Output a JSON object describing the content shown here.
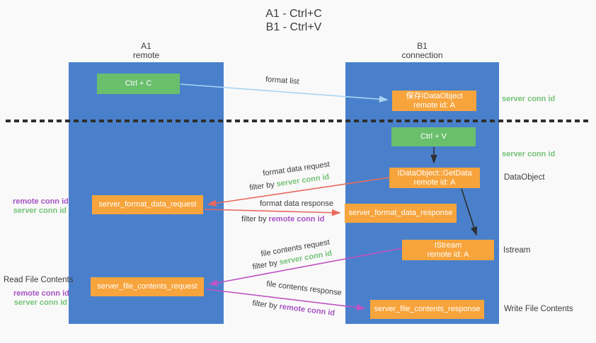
{
  "title": {
    "line1": "A1 - Ctrl+C",
    "line2": "B1 - Ctrl+V"
  },
  "lanes": {
    "remote": {
      "id": "A1",
      "name": "remote"
    },
    "connection": {
      "id": "B1",
      "name": "connection"
    }
  },
  "nodes": {
    "ctrl_c": {
      "label": "Ctrl + C"
    },
    "save_idataobject": {
      "line1": "保存IDataObject",
      "line2": "remote id: A"
    },
    "ctrl_v": {
      "label": "Ctrl + V"
    },
    "getdata": {
      "line1": "IDataObject::GetData",
      "line2": "remote id: A"
    },
    "server_format_data_request": {
      "label": "server_format_data_request"
    },
    "server_format_data_response": {
      "label": "server_format_data_response"
    },
    "istream": {
      "line1": "IStream",
      "line2": "remote id: A"
    },
    "server_file_contents_request": {
      "label": "server_file_contents_request"
    },
    "server_file_contents_response": {
      "label": "server_file_contents_response"
    }
  },
  "edge_labels": {
    "format_list": "format list",
    "format_data_request": "format data request",
    "format_data_response": "format data response",
    "file_contents_request": "file contents request",
    "file_contents_response": "file contents response",
    "filter_by": "filter by ",
    "server_conn_id": "server conn id",
    "remote_conn_id": "remote conn id"
  },
  "side_labels": {
    "server_conn_id_top": "server conn id",
    "server_conn_id_mid": "server conn id",
    "data_object": "DataObject",
    "istream": "Istream",
    "write_file_contents": "Write File Contents",
    "read_file_contents": "Read File Contents",
    "remote_conn_id": "remote conn id",
    "server_conn_id": "server conn id"
  },
  "colors": {
    "lane_blue": "#4a80cb",
    "node_green": "#6abf6d",
    "node_orange": "#f7a43c",
    "arrow_red": "#e8695c",
    "arrow_magenta": "#bf53c3",
    "arrow_lightblue": "#a9d4f1",
    "arrow_dark": "#2e2e2e",
    "label_green": "#74c276",
    "label_purple": "#a653c2",
    "text_dark": "#3b3b3b"
  }
}
